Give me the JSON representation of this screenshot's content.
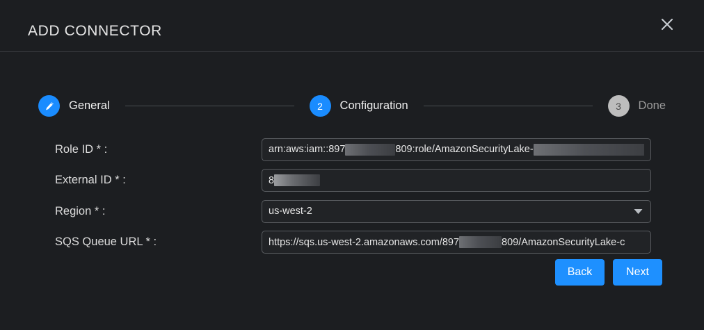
{
  "dialog": {
    "title": "ADD CONNECTOR",
    "close_icon": "close-icon"
  },
  "stepper": {
    "steps": [
      {
        "indicator": "",
        "icon": "pencil-icon",
        "label": "General",
        "state": "completed"
      },
      {
        "indicator": "2",
        "icon": "",
        "label": "Configuration",
        "state": "active"
      },
      {
        "indicator": "3",
        "icon": "",
        "label": "Done",
        "state": "idle"
      }
    ]
  },
  "form": {
    "fields": [
      {
        "label": "Role ID * :",
        "type": "text",
        "value_prefix": "arn:aws:iam::897",
        "value_middle": "809:role/AmazonSecurityLake-",
        "redacted": true
      },
      {
        "label": "External ID * :",
        "type": "text",
        "value_prefix": "8",
        "value_middle": "",
        "redacted": true
      },
      {
        "label": "Region * :",
        "type": "select",
        "value": "us-west-2",
        "caret_icon": "chevron-down-icon"
      },
      {
        "label": "SQS Queue URL * :",
        "type": "text",
        "value_prefix": "https://sqs.us-west-2.amazonaws.com/897",
        "value_middle": "809/AmazonSecurityLake-c",
        "redacted": true
      }
    ]
  },
  "buttons": {
    "back_label": "Back",
    "next_label": "Next"
  },
  "colors": {
    "accent": "#1e90ff",
    "background": "#1c1e21",
    "field_background": "#212326",
    "idle_step": "#bdbdbd"
  }
}
